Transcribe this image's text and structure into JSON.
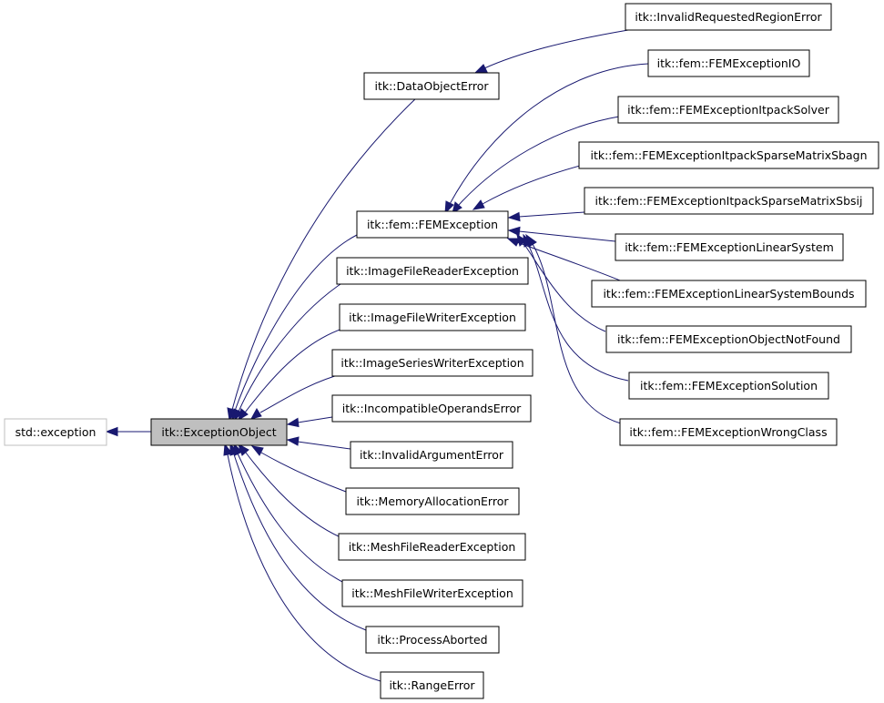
{
  "nodes": {
    "std_exception": "std::exception",
    "exception_object": "itk::ExceptionObject",
    "data_object_error": "itk::DataObjectError",
    "fem_exception": "itk::fem::FEMException",
    "image_file_reader_exception": "itk::ImageFileReaderException",
    "image_file_writer_exception": "itk::ImageFileWriterException",
    "image_series_writer_exception": "itk::ImageSeriesWriterException",
    "incompatible_operands_error": "itk::IncompatibleOperandsError",
    "invalid_argument_error": "itk::InvalidArgumentError",
    "memory_allocation_error": "itk::MemoryAllocationError",
    "mesh_file_reader_exception": "itk::MeshFileReaderException",
    "mesh_file_writer_exception": "itk::MeshFileWriterException",
    "process_aborted": "itk::ProcessAborted",
    "range_error": "itk::RangeError",
    "invalid_requested_region_error": "itk::InvalidRequestedRegionError",
    "fem_exception_io": "itk::fem::FEMExceptionIO",
    "fem_exception_itpack_solver": "itk::fem::FEMExceptionItpackSolver",
    "fem_exception_itpack_sparse_matrix_sbagn": "itk::fem::FEMExceptionItpackSparseMatrixSbagn",
    "fem_exception_itpack_sparse_matrix_sbsij": "itk::fem::FEMExceptionItpackSparseMatrixSbsij",
    "fem_exception_linear_system": "itk::fem::FEMExceptionLinearSystem",
    "fem_exception_linear_system_bounds": "itk::fem::FEMExceptionLinearSystemBounds",
    "fem_exception_object_not_found": "itk::fem::FEMExceptionObjectNotFound",
    "fem_exception_solution": "itk::fem::FEMExceptionSolution",
    "fem_exception_wrong_class": "itk::fem::FEMExceptionWrongClass"
  },
  "colors": {
    "edge": "#191970",
    "current_node_fill": "#bfbfbf",
    "external_node_border": "#bfbfbf"
  }
}
